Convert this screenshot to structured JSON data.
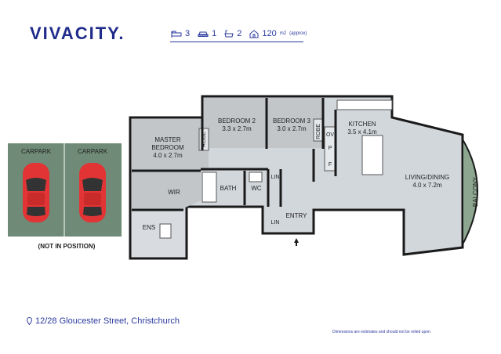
{
  "brand": {
    "name": "VIVACITY."
  },
  "stats": {
    "bedrooms": "3",
    "garage": "1",
    "bathrooms": "2",
    "area": "120",
    "area_unit": "m2",
    "area_note": "(approx)"
  },
  "rooms": {
    "bedroom2_name": "BEDROOM 2",
    "bedroom2_size": "3.3 x 2.7m",
    "bedroom3_name": "BEDROOM 3",
    "bedroom3_size": "3.0 x 2.7m",
    "master_name_1": "MASTER",
    "master_name_2": "BEDROOM",
    "master_size": "4.0 x 2.7m",
    "kitchen_name": "KITCHEN",
    "kitchen_size": "3.5 x 4.1m",
    "living_name": "LIVING/DINING",
    "living_size": "4.0 x 7.2m",
    "balcony": "BALCONY",
    "robe": "ROBE",
    "wir": "WIR",
    "bath": "BATH",
    "wc": "WC",
    "lin": "LIN",
    "entry": "ENTRY",
    "ens": "ENS",
    "ov": "OV",
    "p": "P",
    "f": "F"
  },
  "carpark": {
    "label": "CARPARK",
    "note": "(NOT IN POSITION)"
  },
  "address": "12/28 Gloucester Street, Christchurch",
  "disclaimer": "Dimensions are estimates and should not be relied upon",
  "colors": {
    "brand": "#1f2b8a",
    "floor": "#d2d7dc",
    "room": "#c2c6c9",
    "balcony": "#8ca690",
    "carpark": "#6f8a76",
    "car": "#e23434",
    "wall": "#1a1a1a"
  }
}
